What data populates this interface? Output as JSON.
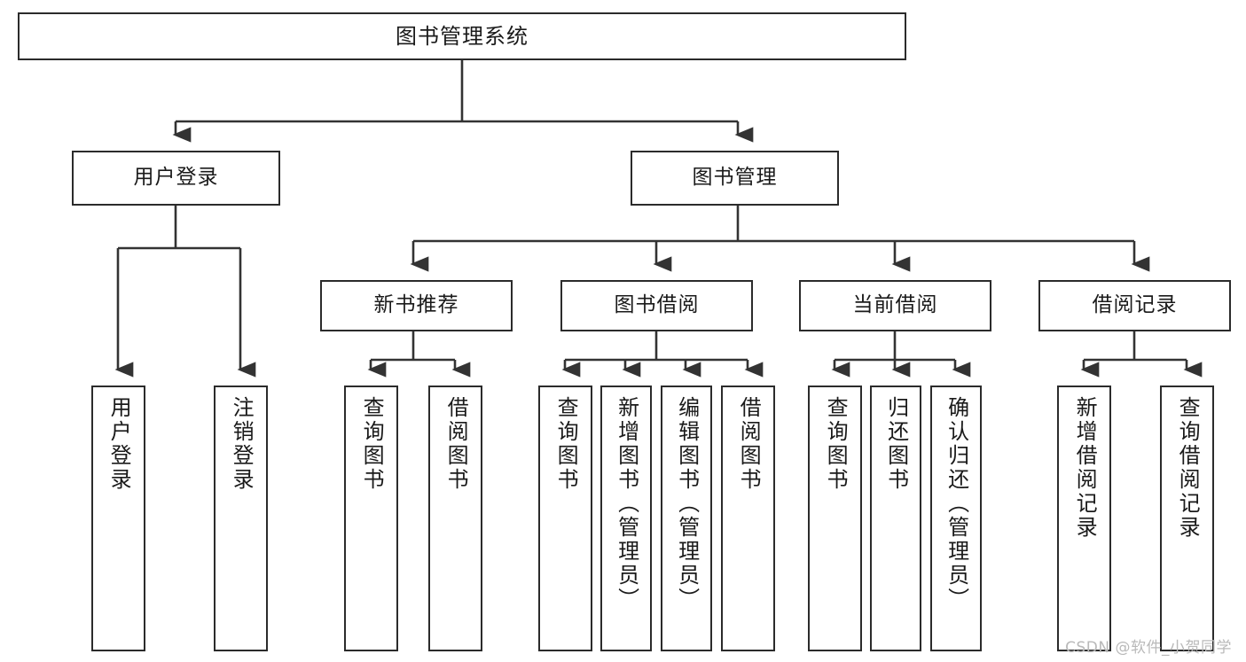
{
  "diagram": {
    "type": "tree",
    "title": "图书管理系统",
    "orientation": "top-down",
    "colors": {
      "box_border": "#2b2b2b",
      "box_fill": "#ffffff",
      "connector": "#333333",
      "background": "#ffffff",
      "watermark": "#b9b9b9"
    },
    "root": {
      "label": "图书管理系统"
    },
    "level2": [
      {
        "label": "用户登录"
      },
      {
        "label": "图书管理"
      }
    ],
    "level3": [
      {
        "label": "新书推荐"
      },
      {
        "label": "图书借阅"
      },
      {
        "label": "当前借阅"
      },
      {
        "label": "借阅记录"
      }
    ],
    "leaves": {
      "user_login": [
        {
          "label": "用户登录"
        },
        {
          "label": "注销登录"
        }
      ],
      "new_book_recommend": [
        {
          "label": "查询图书"
        },
        {
          "label": "借阅图书"
        }
      ],
      "book_borrow": [
        {
          "label": "查询图书"
        },
        {
          "label": "新增图书（管理员）"
        },
        {
          "label": "编辑图书（管理员）"
        },
        {
          "label": "借阅图书"
        }
      ],
      "current_borrow": [
        {
          "label": "查询图书"
        },
        {
          "label": "归还图书"
        },
        {
          "label": "确认归还（管理员）"
        }
      ],
      "borrow_record": [
        {
          "label": "新增借阅记录"
        },
        {
          "label": "查询借阅记录"
        }
      ]
    }
  },
  "watermark": {
    "text": "CSDN @软件_小贺同学"
  }
}
